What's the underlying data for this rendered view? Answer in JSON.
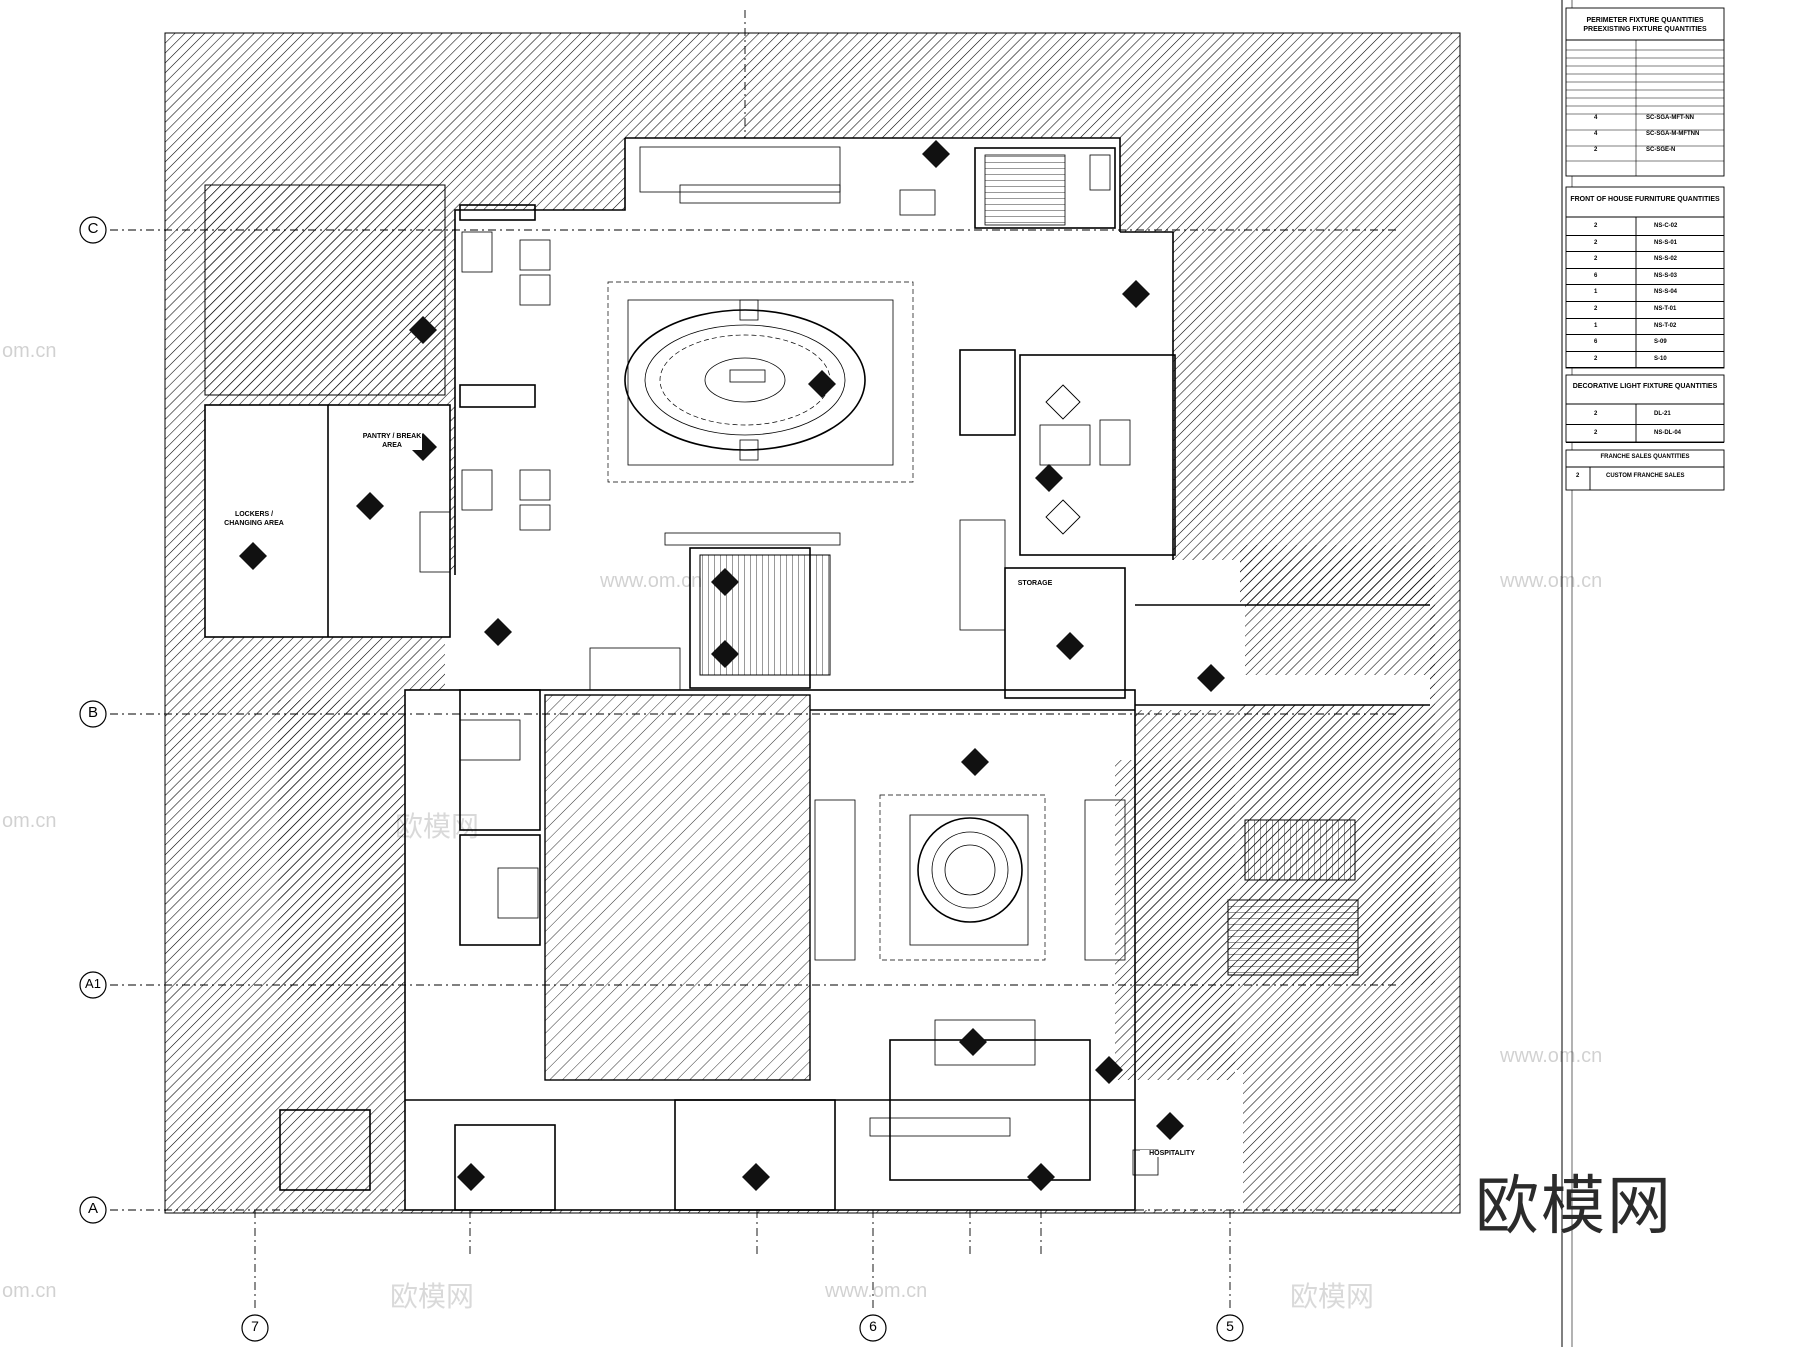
{
  "sheet": {
    "grid_rows": [
      "C",
      "B",
      "A1",
      "A"
    ],
    "grid_cols": [
      "7",
      "6",
      "5"
    ],
    "watermark_text": "欧模网",
    "watermark_url": "www.om.cn",
    "watermark_short": "om.cn"
  },
  "rooms": {
    "pantry": "PANTRY / BREAK AREA",
    "lockers": "LOCKERS / CHANGING AREA",
    "storage": "STORAGE",
    "hospitality": "HOSPITALITY"
  },
  "tables": [
    {
      "title": "PERIMETER FIXTURE QUANTITIES PREEXISTING FIXTURE QUANTITIES",
      "rows": [
        [
          "4",
          "SC-SGA-MFT-NN"
        ],
        [
          "4",
          "SC-SGA-M-MFTNN"
        ],
        [
          "2",
          "SC-SGE-N"
        ]
      ]
    },
    {
      "title": "FRONT OF HOUSE FURNITURE QUANTITIES",
      "rows": [
        [
          "2",
          "NS-C-02"
        ],
        [
          "2",
          "NS-S-01"
        ],
        [
          "2",
          "NS-S-02"
        ],
        [
          "6",
          "NS-S-03"
        ],
        [
          "1",
          "NS-S-04"
        ],
        [
          "2",
          "NS-T-01"
        ],
        [
          "1",
          "NS-T-02"
        ],
        [
          "6",
          "S-09"
        ],
        [
          "2",
          "S-10"
        ]
      ]
    },
    {
      "title": "DECORATIVE LIGHT FIXTURE QUANTITIES",
      "rows": [
        [
          "2",
          "DL-21"
        ],
        [
          "2",
          "NS-DL-04"
        ]
      ]
    },
    {
      "title": "FRANCHE SALES QUANTITIES",
      "rows": [
        [
          "2",
          "CUSTOM FRANCHE SALES"
        ]
      ]
    }
  ]
}
